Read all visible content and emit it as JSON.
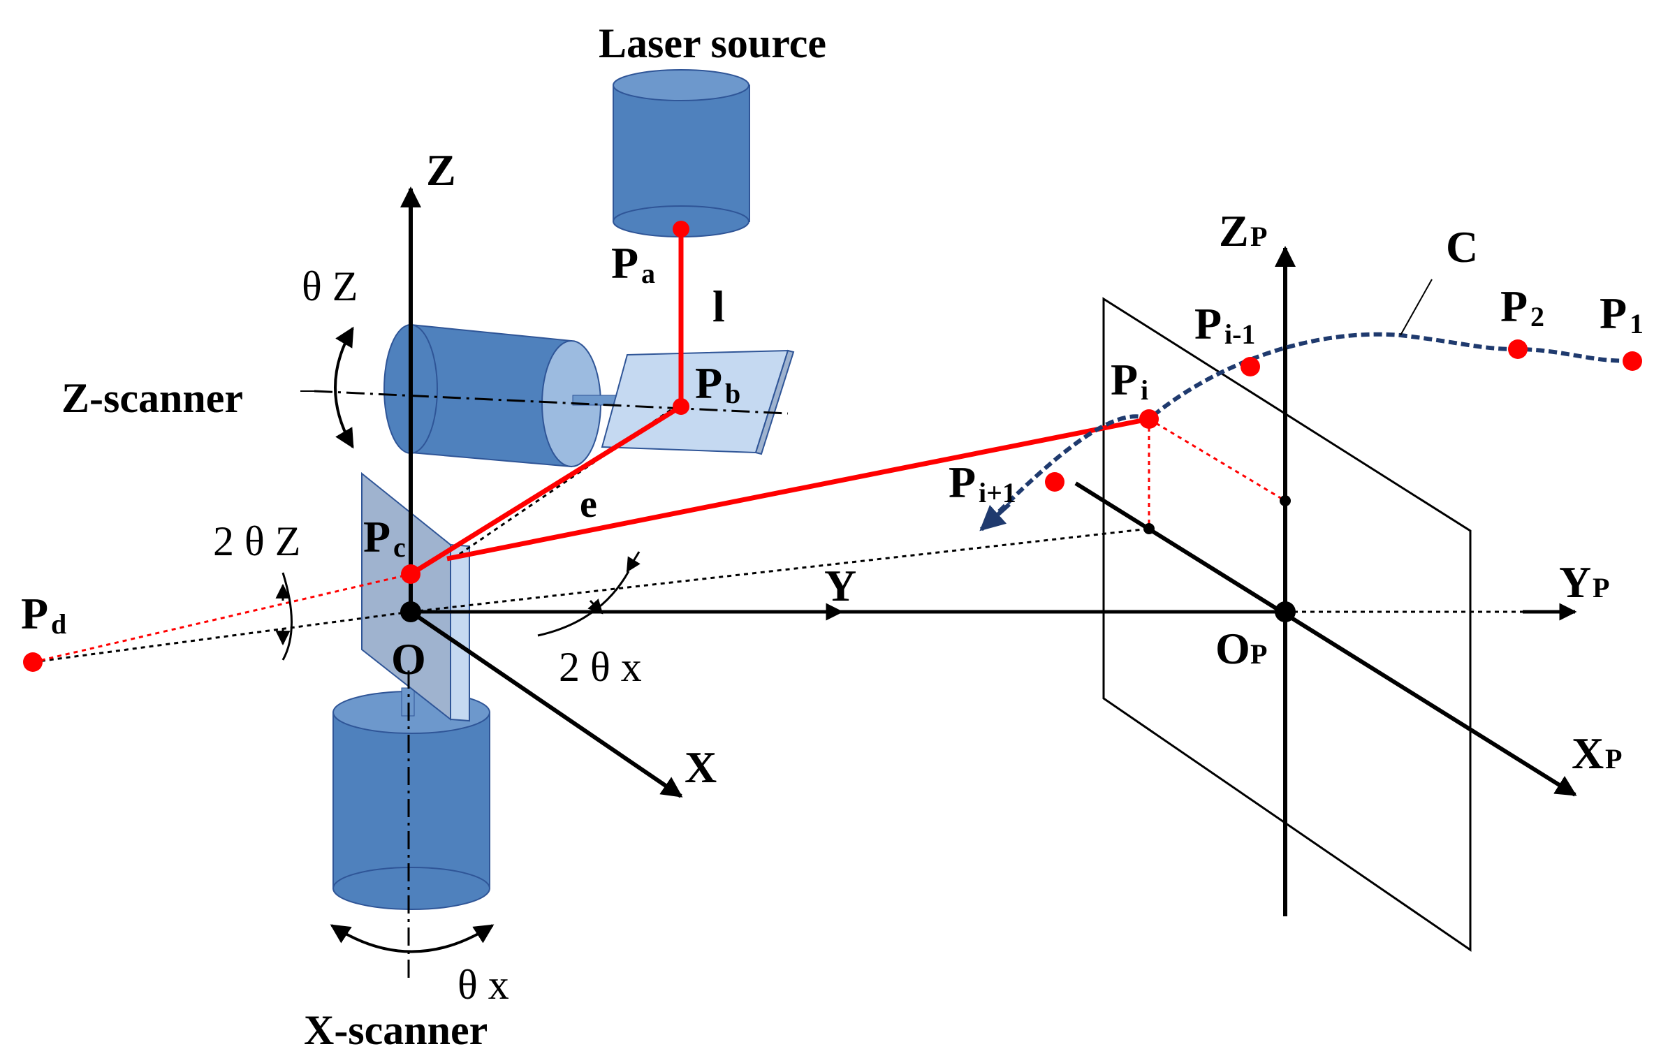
{
  "labels": {
    "laser_source": "Laser source",
    "z_scanner": "Z-scanner",
    "x_scanner": "X-scanner",
    "axis_z": "Z",
    "axis_y": "Y",
    "axis_x": "X",
    "origin": "O",
    "theta_z": "θ Z",
    "two_theta_z": "2 θ Z",
    "two_theta_x": "2 θ x",
    "theta_x": "θ x",
    "l": "l",
    "e": "e",
    "c": "C",
    "p_letter": "P",
    "pa_sub": "a",
    "pb_sub": "b",
    "pc_sub": "c",
    "pd_sub": "d",
    "pi_sub": "i",
    "pi_minus_sub": "i-1",
    "pi_plus_sub": "i+1",
    "p1_sub": "1",
    "p2_sub": "2",
    "zp_main": "Z",
    "zp_sub": "P",
    "yp_main": "Y",
    "yp_sub": "P",
    "xp_main": "X",
    "xp_sub": "P",
    "op_main": "O",
    "op_sub": "P"
  },
  "colors": {
    "scanner_blue": "#4f81bd",
    "scanner_blue_dark": "#3a6699",
    "mirror_light": "#c5d9f1",
    "mirror_gray": "#9fb3cf",
    "laser_red": "#ff0000",
    "curve_navy": "#1f3a6e",
    "axis_black": "#000000"
  }
}
